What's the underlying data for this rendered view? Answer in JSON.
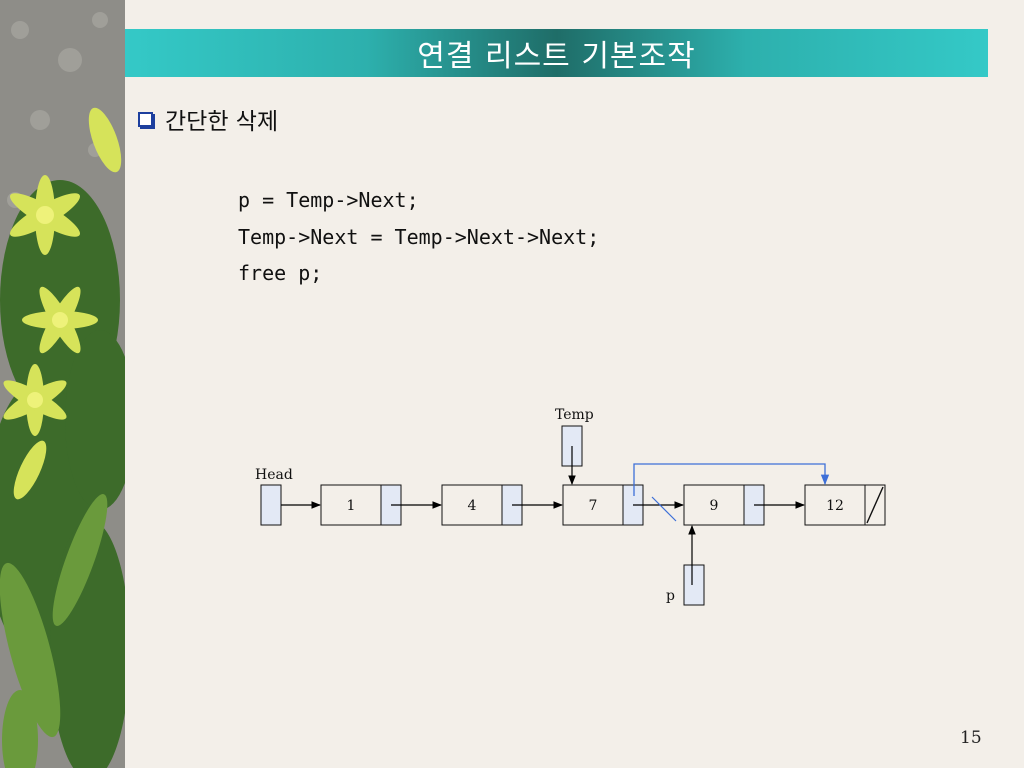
{
  "slide": {
    "title": "연결 리스트 기본조작",
    "bullet": "간단한 삭제",
    "code": [
      "p = Temp->Next;",
      "Temp->Next = Temp->Next->Next;",
      "free p;"
    ],
    "page_number": "15"
  },
  "diagram": {
    "labels": {
      "head": "Head",
      "temp": "Temp",
      "p": "p"
    },
    "nodes": [
      "1",
      "4",
      "7",
      "9",
      "12"
    ]
  },
  "colors": {
    "title_bar": "#2db0ad",
    "pointer_fill": "#e3e9f5",
    "new_link": "#3d6fd8",
    "bullet": "#1d3f9e"
  }
}
